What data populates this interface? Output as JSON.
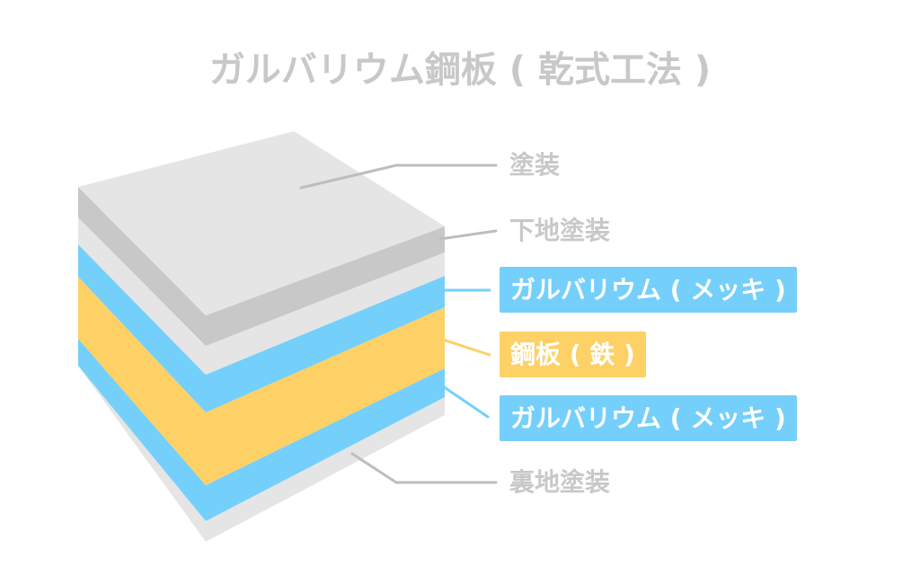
{
  "title": "ガルバリウム鋼板 ( 乾式工法 )",
  "layers": [
    {
      "label": "塗装",
      "color": "#e5e5e5"
    },
    {
      "label": "下地塗装",
      "color": "#c8c8c8"
    },
    {
      "label": "ガルバリウム ( メッキ )",
      "color": "#75cffb"
    },
    {
      "label": "鋼板 ( 鉄 )",
      "color": "#fdd165"
    },
    {
      "label": "ガルバリウム ( メッキ )",
      "color": "#75cffb"
    },
    {
      "label": "裏地塗装",
      "color": "#e5e5e5"
    }
  ]
}
